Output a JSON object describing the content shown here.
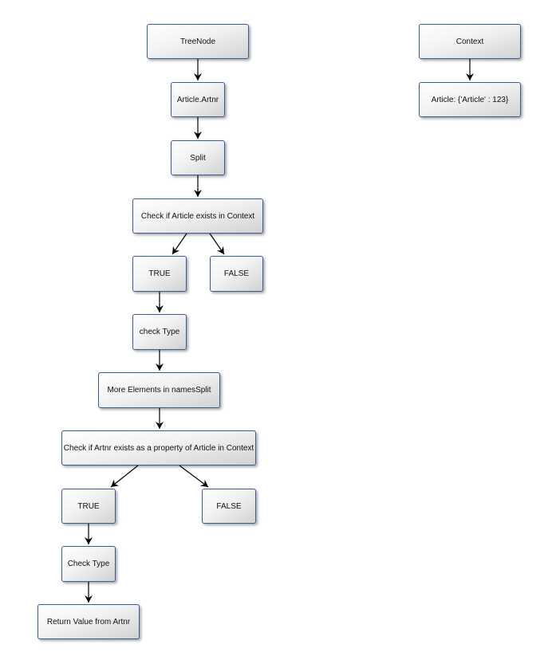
{
  "diagram": {
    "nodes": [
      {
        "id": "treenode",
        "label": "TreeNode"
      },
      {
        "id": "article-artnr",
        "label": "Article.Artnr"
      },
      {
        "id": "split",
        "label": "Split"
      },
      {
        "id": "check-article",
        "label": "Check if Article exists in Context"
      },
      {
        "id": "true-1",
        "label": "TRUE"
      },
      {
        "id": "false-1",
        "label": "FALSE"
      },
      {
        "id": "check-type-1",
        "label": "check Type"
      },
      {
        "id": "more-elements",
        "label": "More Elements in namesSplit"
      },
      {
        "id": "check-artnr",
        "label": "Check if Artnr exists as a property of Article in Context"
      },
      {
        "id": "true-2",
        "label": "TRUE"
      },
      {
        "id": "false-2",
        "label": "FALSE"
      },
      {
        "id": "check-type-2",
        "label": "Check Type"
      },
      {
        "id": "return-value",
        "label": "Return Value from Artnr"
      },
      {
        "id": "context",
        "label": "Context"
      },
      {
        "id": "article-value",
        "label": "Article: {'Article' : 123}"
      }
    ],
    "edges": [
      {
        "from": "treenode",
        "to": "article-artnr"
      },
      {
        "from": "article-artnr",
        "to": "split"
      },
      {
        "from": "split",
        "to": "check-article"
      },
      {
        "from": "check-article",
        "to": "true-1"
      },
      {
        "from": "check-article",
        "to": "false-1"
      },
      {
        "from": "true-1",
        "to": "check-type-1"
      },
      {
        "from": "check-type-1",
        "to": "more-elements"
      },
      {
        "from": "more-elements",
        "to": "check-artnr"
      },
      {
        "from": "check-artnr",
        "to": "true-2"
      },
      {
        "from": "check-artnr",
        "to": "false-2"
      },
      {
        "from": "true-2",
        "to": "check-type-2"
      },
      {
        "from": "check-type-2",
        "to": "return-value"
      },
      {
        "from": "context",
        "to": "article-value"
      }
    ]
  }
}
